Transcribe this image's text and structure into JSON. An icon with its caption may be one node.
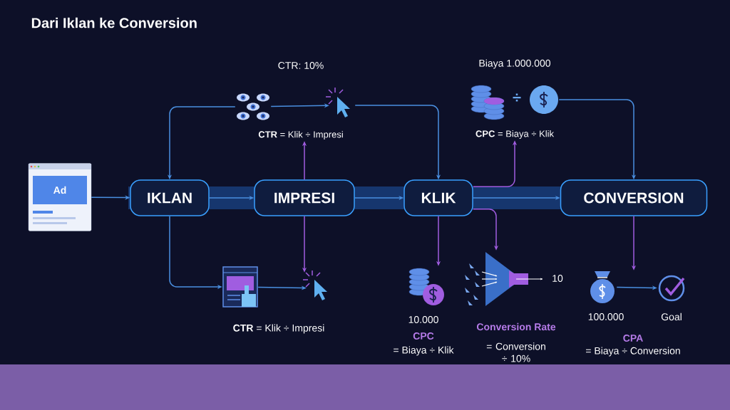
{
  "diagram": {
    "title": "Dari Iklan ke Conversion",
    "nodes": [
      {
        "text": [],
        "shape": "picture"
      },
      {
        "text": [],
        "shape": "picture"
      },
      {
        "text": [
          "**CTR** = Klik ÷ Impresi"
        ]
      },
      {
        "text": [],
        "shape": "picture"
      },
      {
        "text": [],
        "shape": "picture"
      },
      {
        "text": [
          "**CPC** = Biaya ÷ Klik"
        ]
      },
      {
        "text": [
          "Ad"
        ]
      },
      {
        "text": [
          "IKLAN"
        ]
      },
      {
        "text": [
          "IMPRESI"
        ]
      },
      {
        "text": [
          "KLIK"
        ]
      },
      {
        "text": [
          "CONVERSION"
        ]
      },
      {
        "text": [],
        "shape": "picture"
      },
      {
        "text": [],
        "shape": "picture"
      },
      {
        "text": [],
        "shape": "picture"
      },
      {
        "text": [],
        "shape": "picture"
      },
      {
        "text": [],
        "shape": "picture"
      },
      {
        "text": [],
        "shape": "picture"
      }
    ],
    "edges": [
      {
        "from": 6,
        "to": 7,
        "arrow": "to"
      },
      {
        "from": 7,
        "to": 8,
        "arrow": "to"
      },
      {
        "from": 8,
        "to": 9,
        "arrow": "to"
      },
      {
        "from": 9,
        "to": 10,
        "arrow": "to"
      },
      {
        "from": 0,
        "to": 7,
        "arrow": "to"
      },
      {
        "from": 0,
        "to": 1,
        "arrow": "to"
      },
      {
        "from": 1,
        "to": 9,
        "arrow": "to"
      },
      {
        "from": 8,
        "to": 2,
        "arrow": "to",
        "color": "#a05de0"
      },
      {
        "from": 4,
        "to": 10,
        "arrow": "to"
      },
      {
        "from": 9,
        "to": 5,
        "arrow": "to",
        "color": "#a05de0"
      },
      {
        "from": 7,
        "to": 11,
        "arrow": "to"
      },
      {
        "from": 11,
        "to": 12,
        "arrow": "to"
      },
      {
        "from": 8,
        "to": 12,
        "arrow": "to",
        "color": "#a05de0"
      },
      {
        "from": 9,
        "to": 13,
        "arrow": "to",
        "color": "#a05de0"
      },
      {
        "from": 9,
        "to": 14,
        "arrow": "to",
        "color": "#a05de0"
      },
      {
        "from": 10,
        "to": 15,
        "arrow": "to",
        "color": "#a05de0"
      },
      {
        "from": 15,
        "to": 16,
        "arrow": "to"
      }
    ],
    "labels": [
      "CTR: 10%",
      "Biaya 1.000.000",
      "÷",
      "**CTR** = Klik ÷ Impresi",
      "10.000",
      "CPC",
      "= Biaya ÷ Klik",
      "10",
      "Conversion Rate",
      "= Conversion ÷ 10%",
      "100.000",
      "Goal",
      "CPA",
      "= Biaya ÷ Conversion"
    ]
  }
}
